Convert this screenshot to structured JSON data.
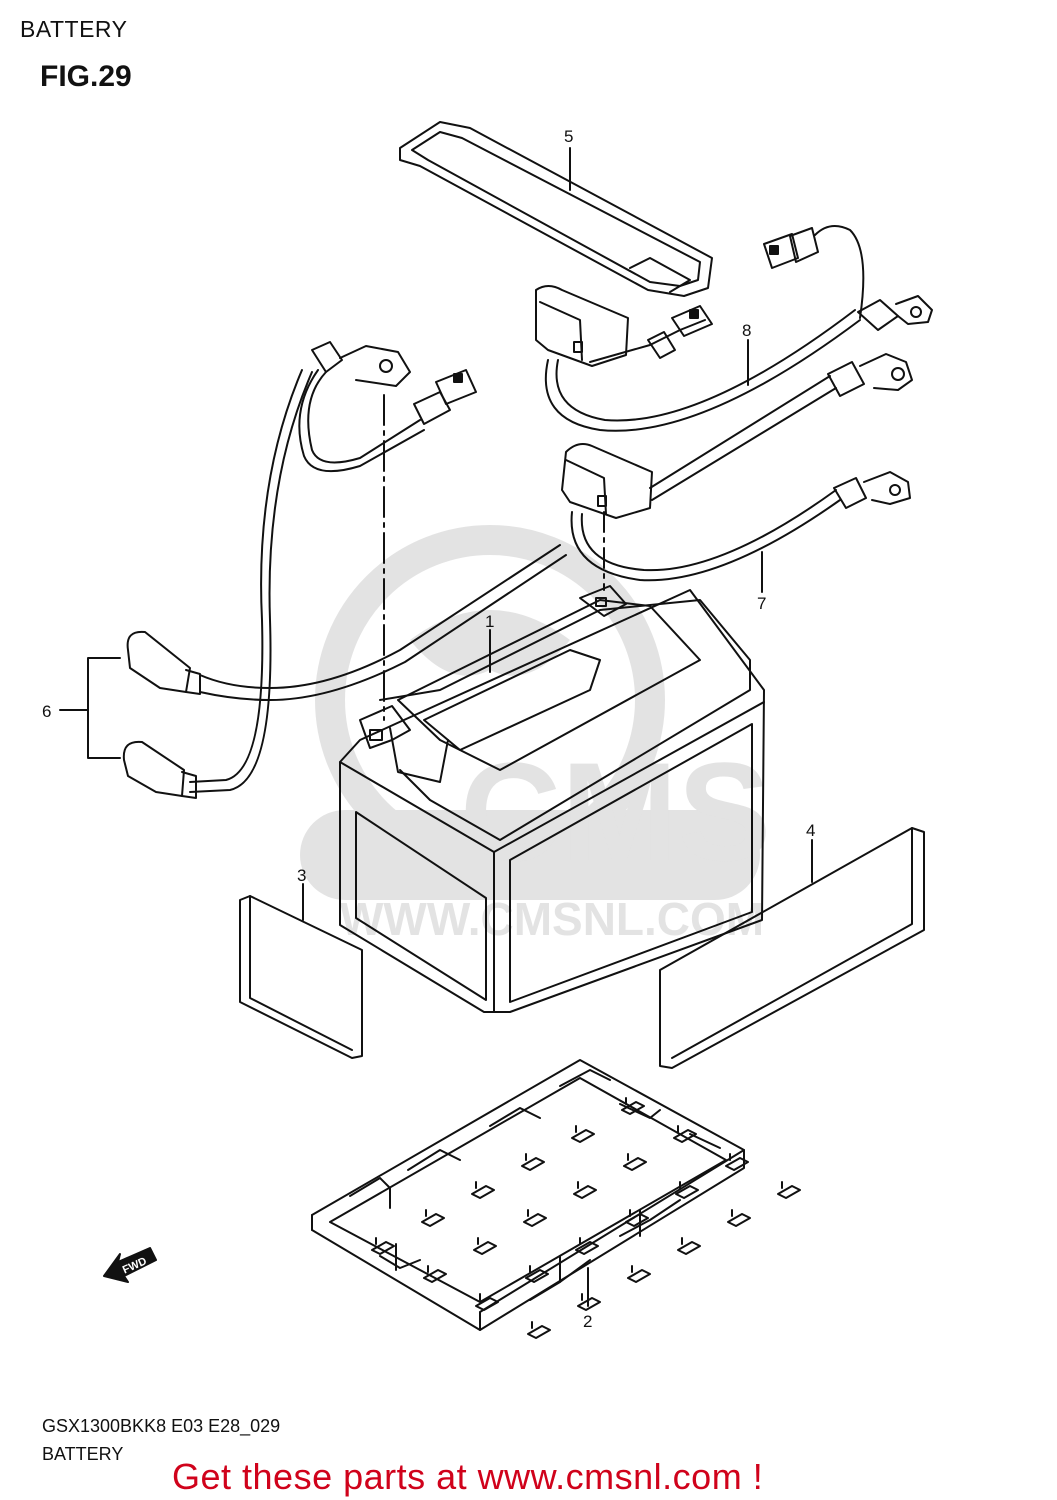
{
  "header": {
    "title": "BATTERY"
  },
  "figure": {
    "label": "FIG.29"
  },
  "parts": [
    {
      "number": "1",
      "name": "battery"
    },
    {
      "number": "2",
      "name": "battery-tray"
    },
    {
      "number": "3",
      "name": "pad-left"
    },
    {
      "number": "4",
      "name": "pad-right"
    },
    {
      "number": "5",
      "name": "battery-strap"
    },
    {
      "number": "6",
      "name": "breather-hose"
    },
    {
      "number": "7",
      "name": "negative-lead"
    },
    {
      "number": "8",
      "name": "positive-lead"
    }
  ],
  "fwd_arrow": {
    "text": "FWD"
  },
  "watermark": {
    "logo_text": "CMS",
    "url": "WWW.CMSNL.COM"
  },
  "footer": {
    "code": "GSX1300BKK8 E03 E28_029",
    "caption": "BATTERY",
    "cta": "Get these parts at www.cmsnl.com !"
  }
}
